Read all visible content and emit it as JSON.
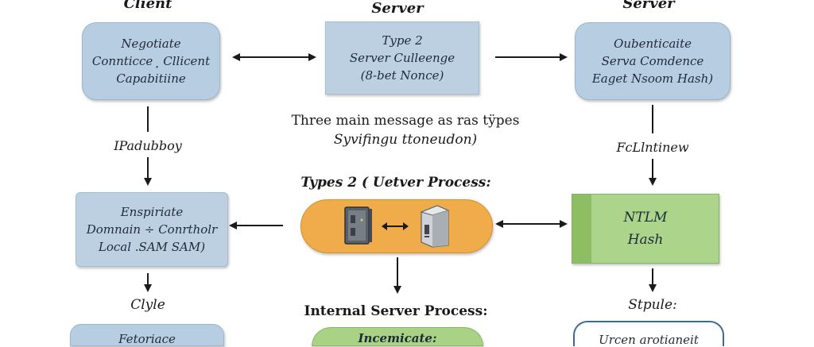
{
  "columns": {
    "left_title": "Client",
    "middle_title": "Server",
    "right_title": "Server"
  },
  "boxes": {
    "negotiate": [
      "Negotiate",
      "Connticce ⸼ Cllicent",
      "Capabitiine"
    ],
    "challenge": [
      "Type 2",
      "Server Culleenge",
      "(8-bet Nonce)"
    ],
    "authenticate": [
      "Oubenticaite",
      "Serva Comdence",
      "Eaget Nsoom Hash)"
    ],
    "enspiriate": [
      "Enspiriate",
      "Domnain ÷ Conrtholr",
      "Local .SAM SAM)"
    ],
    "ntlm": [
      "NTLM",
      "Hash"
    ],
    "bottom_left": "Fetoriace",
    "bottom_middle": "Incemicate:",
    "bottom_right": "Urcen arotianeit"
  },
  "notes": {
    "center_line1": "Three main message as ras tÿpes",
    "center_line2": "Syvifingu ttoneudon)"
  },
  "labels": {
    "left_arrow1": "IPadubboy",
    "right_arrow1": "FcLlntinew",
    "types_process": "Types 2 ( Uetver Process:",
    "left_arrow2": "Clyle",
    "internal_process": "Internal Server Process:",
    "right_arrow2": "Stpule:"
  },
  "colors": {
    "client_box": "#b7cde1",
    "server_box": "#bcd0e2",
    "ntlm_box": "#acd48a",
    "process_pill": "#f0ac4a",
    "internal_pill": "#a9d284",
    "outline": "#3a6b9c"
  },
  "icons": [
    "server-cabinet-icon",
    "double-arrow-icon",
    "server-tower-icon"
  ]
}
